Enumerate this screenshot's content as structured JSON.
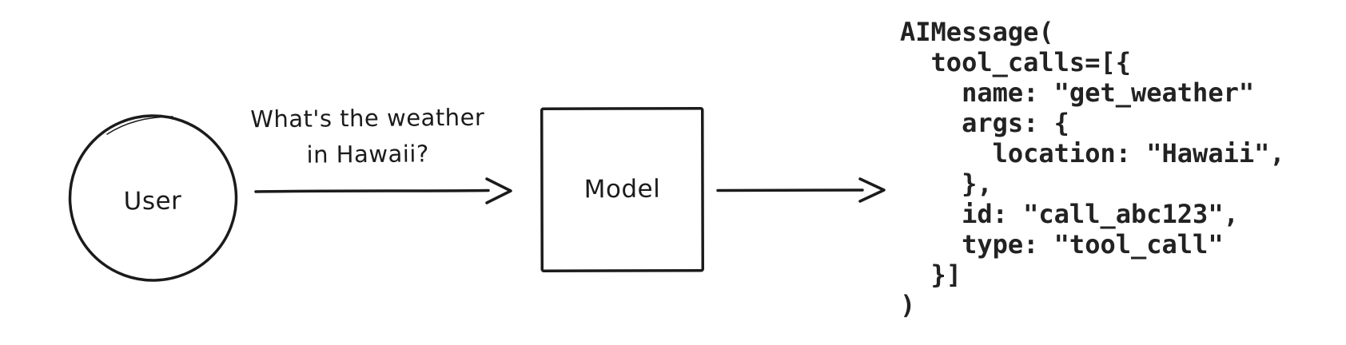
{
  "colors": {
    "ink": "#1b1b1b",
    "background": "#ffffff",
    "code_text": "#222222"
  },
  "nodes": {
    "user": {
      "shape": "circle",
      "label": "User"
    },
    "model": {
      "shape": "square",
      "label": "Model"
    }
  },
  "edges": {
    "user_to_model": {
      "label_lines": [
        "What's the weather",
        "in Hawaii?"
      ]
    },
    "model_to_output": {
      "label_lines": []
    }
  },
  "code": {
    "lines": [
      "AIMessage(",
      "  tool_calls=[{",
      "    name: \"get_weather\"",
      "    args: {",
      "      location: \"Hawaii\",",
      "    },",
      "    id: \"call_abc123\",",
      "    type: \"tool_call\"",
      "  }]",
      ")"
    ]
  }
}
